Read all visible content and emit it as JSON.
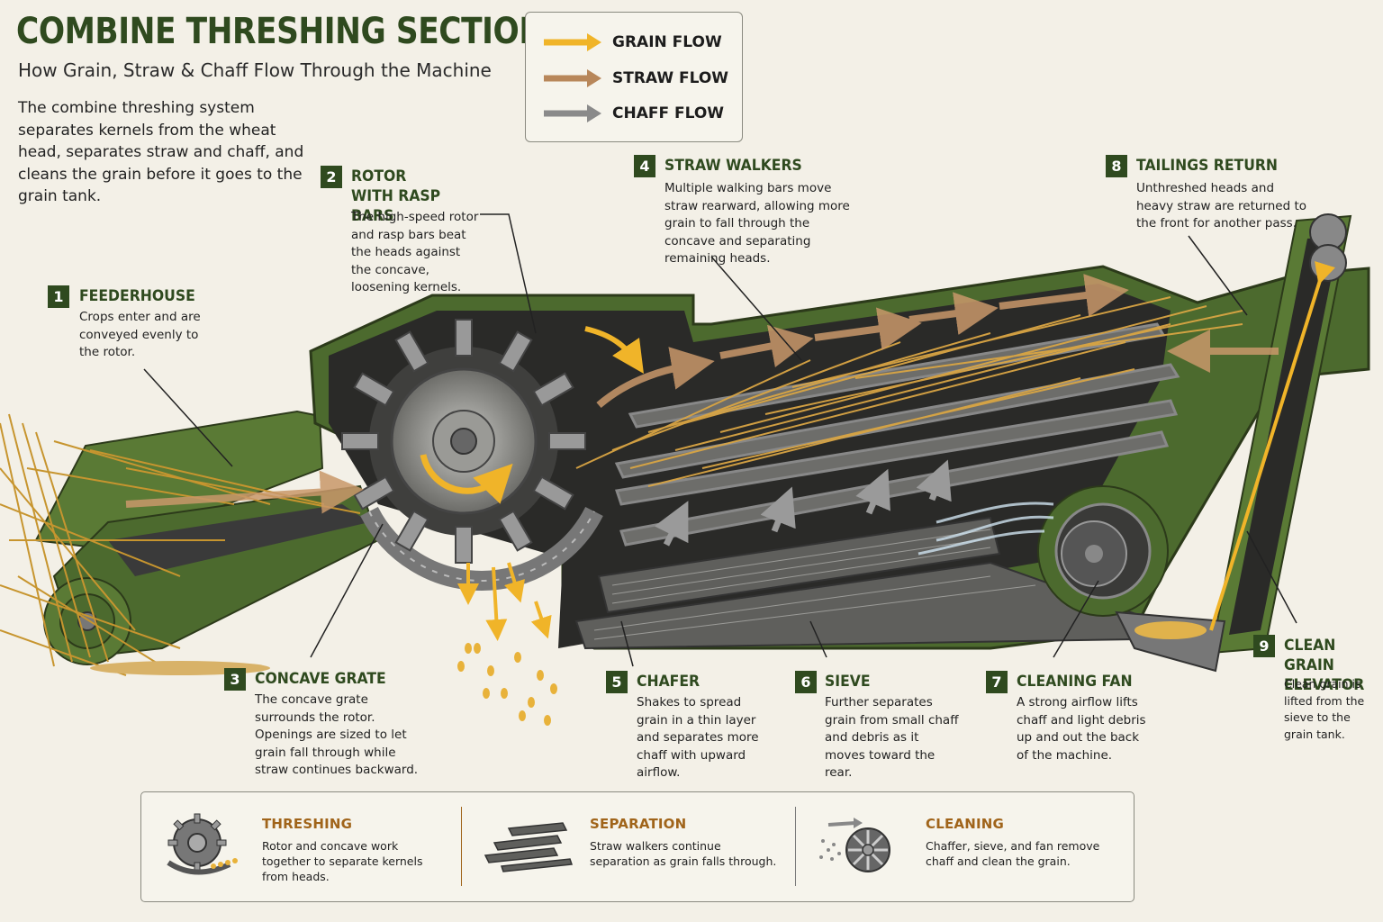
{
  "title": "COMBINE THRESHING SECTION",
  "subtitle": "How Grain, Straw & Chaff Flow Through the Machine",
  "intro": "The combine threshing system separates kernels from the wheat head, separates straw and chaff, and cleans the grain before it goes to the grain tank.",
  "legend": [
    {
      "label": "GRAIN FLOW",
      "color": "#f0b429"
    },
    {
      "label": "STRAW FLOW",
      "color": "#b8875a"
    },
    {
      "label": "CHAFF FLOW",
      "color": "#8a8a8a"
    }
  ],
  "callouts": [
    {
      "num": "1",
      "title": "FEEDERHOUSE",
      "desc": "Crops enter and are conveyed evenly to the rotor."
    },
    {
      "num": "2",
      "title": "ROTOR WITH RASP BARS",
      "desc": "The high-speed rotor and rasp bars beat the heads against the concave, loosening kernels."
    },
    {
      "num": "3",
      "title": "CONCAVE GRATE",
      "desc": "The concave grate surrounds the rotor. Openings are sized to let grain fall through while straw continues backward."
    },
    {
      "num": "4",
      "title": "STRAW WALKERS",
      "desc": "Multiple walking bars move straw rearward, allowing more grain to fall through the concave and separating remaining heads."
    },
    {
      "num": "5",
      "title": "CHAFER",
      "desc": "Shakes to spread grain in a thin layer and separates more chaff with upward airflow."
    },
    {
      "num": "6",
      "title": "SIEVE",
      "desc": "Further separates grain from small chaff and debris as it moves toward the rear."
    },
    {
      "num": "7",
      "title": "CLEANING FAN",
      "desc": "A strong airflow lifts chaff and light debris up and out the back of the machine."
    },
    {
      "num": "8",
      "title": "TAILINGS RETURN",
      "desc": "Unthreshed heads and heavy straw are returned to the front for another pass."
    },
    {
      "num": "9",
      "title": "CLEAN GRAIN ELEVATOR",
      "desc": "Clean grain is lifted from the sieve to the grain tank."
    }
  ],
  "summary": [
    {
      "title": "THRESHING",
      "desc": "Rotor and concave work together to separate kernels from heads.",
      "icon": "rotor-icon"
    },
    {
      "title": "SEPARATION",
      "desc": "Straw walkers continue separation as grain falls through.",
      "icon": "straw-walker-icon"
    },
    {
      "title": "CLEANING",
      "desc": "Chaffer, sieve, and fan remove chaff and clean the grain.",
      "icon": "fan-icon"
    }
  ],
  "colors": {
    "accent_green": "#2f4a1f",
    "machine_green": "#4c6a2e",
    "grain": "#f0b429",
    "straw": "#b8875a",
    "chaff": "#8a8a8a",
    "section_title": "#a0641a"
  }
}
